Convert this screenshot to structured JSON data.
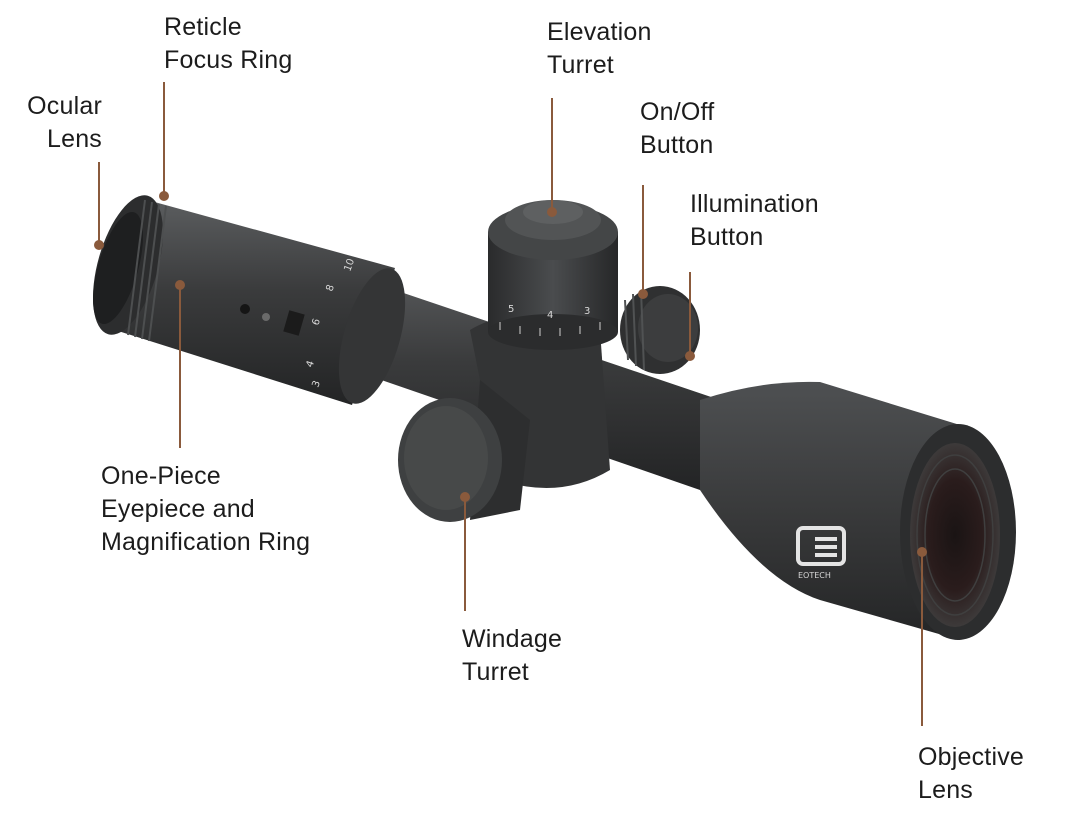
{
  "colors": {
    "leader": "#8a5a3c",
    "scope_body": "#3b3c3d",
    "scope_dark": "#262728",
    "scope_light": "#57595a",
    "scope_marking": "#d8d8d8"
  },
  "labels": {
    "ocular_lens": [
      "Ocular",
      "Lens"
    ],
    "reticle_focus_ring": [
      "Reticle",
      "Focus Ring"
    ],
    "elevation_turret": [
      "Elevation",
      "Turret"
    ],
    "on_off_button": [
      "On/Off",
      "Button"
    ],
    "illumination_button": [
      "Illumination",
      "Button"
    ],
    "eyepiece_magnification": [
      "One-Piece",
      "Eyepiece and",
      "Magnification Ring"
    ],
    "windage_turret": [
      "Windage",
      "Turret"
    ],
    "objective_lens": [
      "Objective",
      "Lens"
    ]
  },
  "scope_markings": {
    "brand": "EOTECH",
    "elevation_ticks": [
      "5",
      "4",
      "3"
    ],
    "magnification_ticks": [
      "10",
      "8",
      "6",
      "4",
      "3"
    ]
  }
}
